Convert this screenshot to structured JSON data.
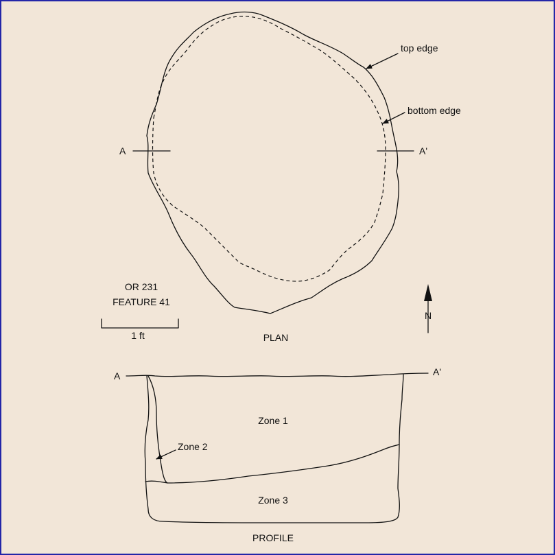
{
  "plan": {
    "label_a": "A",
    "label_a_prime": "A'",
    "top_edge_label": "top edge",
    "bottom_edge_label": "bottom edge",
    "site": "OR 231",
    "feature": "FEATURE 41",
    "scale_label": "1 ft",
    "north_label": "N",
    "view_label": "PLAN"
  },
  "profile": {
    "label_a": "A",
    "label_a_prime": "A'",
    "zone1": "Zone 1",
    "zone2": "Zone 2",
    "zone3": "Zone 3",
    "view_label": "PROFILE"
  }
}
